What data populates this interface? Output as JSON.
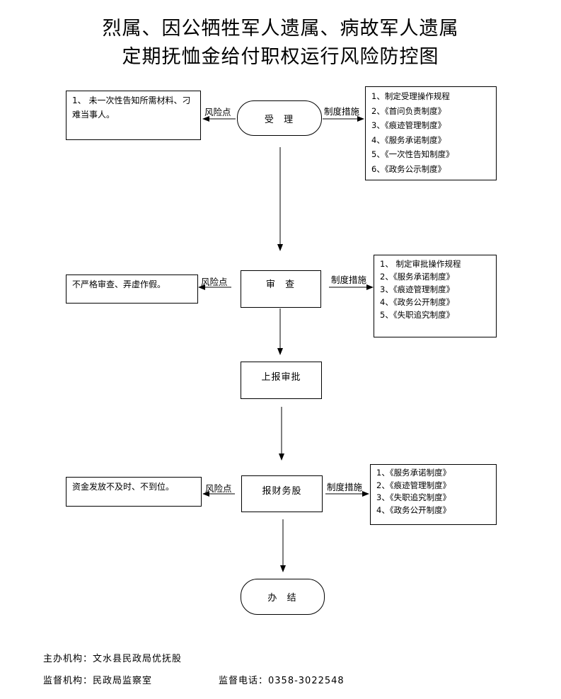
{
  "title": {
    "line1": "烈属、因公牺牲军人遗属、病故军人遗属",
    "line2": "定期抚恤金给付职权运行风险防控图"
  },
  "labels": {
    "risk": "风险点",
    "measures": "制度措施"
  },
  "steps": {
    "accept": "受  理",
    "review": "审  查",
    "report": "上报审批",
    "finance": "报财务股",
    "done": "办  结"
  },
  "risks": {
    "accept": "1、 未一次性告知所需材料、刁难当事人。",
    "review": "不严格审查、弄虚作假。",
    "finance": "资金发放不及时、不到位。"
  },
  "measures": {
    "accept": [
      "1、制定受理操作规程",
      "2、《首问负责制度》",
      "3、《痕迹管理制度》",
      "4、《服务承诺制度》",
      "5、《一次性告知制度》",
      "6、《政务公示制度》"
    ],
    "review": [
      "1、 制定审批操作规程",
      "2、《服务承诺制度》",
      "3、《痕迹管理制度》",
      "4、《政务公开制度》",
      "5、《失职追究制度》"
    ],
    "finance": [
      "1、《服务承诺制度》",
      "2、《痕迹管理制度》",
      "3、《失职追究制度》",
      "4、《政务公开制度》"
    ]
  },
  "footer": {
    "sponsor": "主办机构：文水县民政局优抚股",
    "supervisor": "监督机构：民政局监察室",
    "phone": "监督电话：0358-3022548"
  }
}
